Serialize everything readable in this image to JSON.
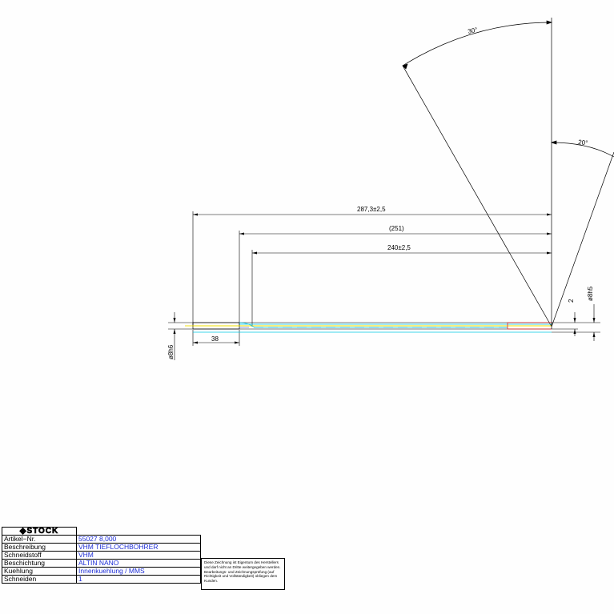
{
  "drawing": {
    "dimensions": {
      "overall_length": "287,3±2,5",
      "flute_ref_length": "(251)",
      "flute_length": "240±2,5",
      "shank_length": "38",
      "shank_diameter": "ø8h6",
      "cutting_diameter": "ø8h5",
      "step": "2",
      "point_angle": "30°",
      "clearance_angle": "20°"
    }
  },
  "title_block": {
    "logo": "STOCK",
    "rows": [
      {
        "label": "Artikel−Nr.",
        "value": "55027 8,000"
      },
      {
        "label": "Beschreibung",
        "value": "VHM TIEFLOCHBOHRER"
      },
      {
        "label": "Schneidstoff",
        "value": "VHM"
      },
      {
        "label": "Beschichtung",
        "value": "ALTIN NANO"
      },
      {
        "label": "Kuehlung",
        "value": "Innenkuehlung / MMS"
      },
      {
        "label": "Schneiden",
        "value": "1"
      }
    ],
    "notice": "Diese Zeichnung ist Eigentum des Herstellers und darf nicht an Dritte weitergegeben werden. Bearbeitungs- und Zeichnungsprüfung (auf Richtigkeit und Vollständigkeit) obliegen dem Kunden."
  },
  "colors": {
    "dimension": "#000000",
    "cyan": "#00c8e6",
    "yellow": "#f0e000",
    "red": "#e02020",
    "blue": "#2040e0",
    "value_text": "#1f2fd6"
  }
}
